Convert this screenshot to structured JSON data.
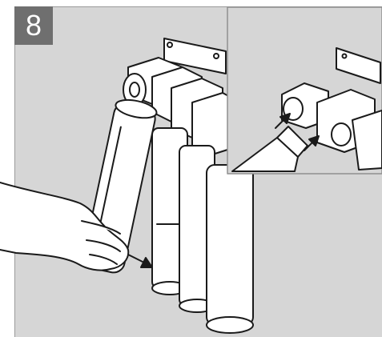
{
  "step": {
    "number": "8"
  },
  "illustration": {
    "icon": "filter-cartridge-install-illustration",
    "inset_icon": "cartridge-connector-detail-illustration",
    "colors": {
      "panel_background": "#d6d6d6",
      "badge_background": "#6f6f6f",
      "line": "#1a1a1a",
      "part_fill": "#ffffff"
    }
  }
}
